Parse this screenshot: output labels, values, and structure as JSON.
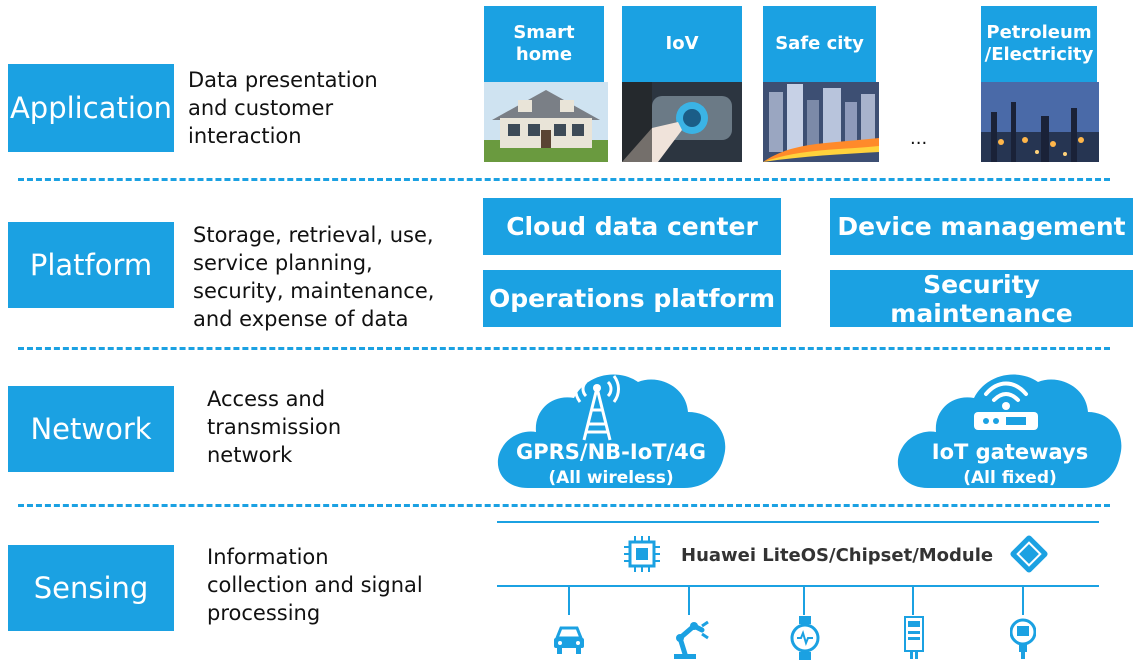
{
  "layers": [
    {
      "label": "Application",
      "description": "Data presentation\nand customer\ninteraction"
    },
    {
      "label": "Platform",
      "description": "Storage, retrieval, use,\nservice planning,\nsecurity, maintenance,\nand expense of data"
    },
    {
      "label": "Network",
      "description": "Access and\ntransmission\nnetwork"
    },
    {
      "label": "Sensing",
      "description": "Information\ncollection and signal\nprocessing"
    }
  ],
  "application": {
    "cards": [
      {
        "label": "Smart\nhome",
        "image": "house-photo"
      },
      {
        "label": "IoV",
        "image": "car-dashboard-photo"
      },
      {
        "label": "Safe city",
        "image": "city-night-photo"
      },
      {
        "label": "Petroleum\n/Electricity",
        "image": "refinery-photo"
      }
    ],
    "ellipsis": "..."
  },
  "platform": {
    "boxes": [
      "Cloud data center",
      "Device management",
      "Operations platform",
      "Security\nmaintenance"
    ]
  },
  "network": {
    "clouds": [
      {
        "title": "GPRS/NB-IoT/4G",
        "subtitle": "(All wireless)",
        "icon": "cell-tower-icon"
      },
      {
        "title": "IoT gateways",
        "subtitle": "(All fixed)",
        "icon": "router-icon"
      }
    ]
  },
  "sensing": {
    "label": "Huawei LiteOS/Chipset/Module",
    "devices": [
      "car-icon",
      "robot-arm-icon",
      "smartwatch-icon",
      "meter-icon",
      "sensor-icon"
    ]
  },
  "colors": {
    "accent": "#1ba1e2"
  }
}
